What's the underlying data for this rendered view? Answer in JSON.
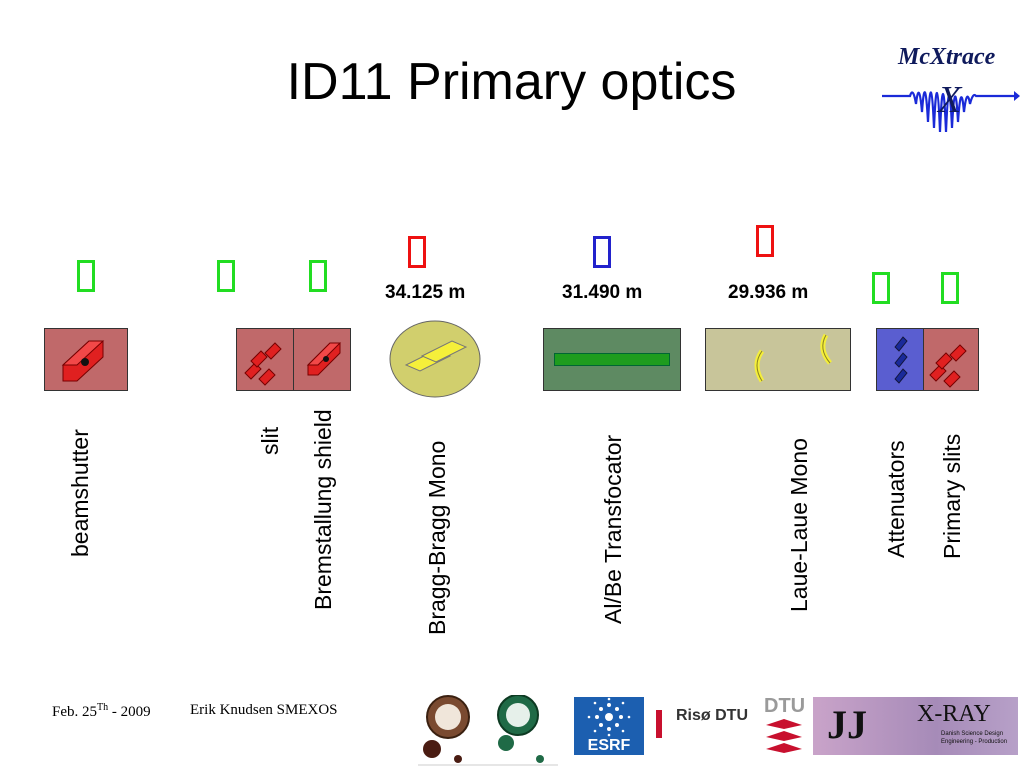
{
  "slide": {
    "title": "ID11 Primary optics"
  },
  "logo": {
    "name": "McXtrace",
    "mark": "X"
  },
  "markers": [
    {
      "color": "#22dd22"
    },
    {
      "color": "#22dd22"
    },
    {
      "color": "#22dd22"
    },
    {
      "color": "#ee1111"
    },
    {
      "color": "#2222cc"
    },
    {
      "color": "#ee1111"
    },
    {
      "color": "#22dd22"
    },
    {
      "color": "#22dd22"
    }
  ],
  "distances": {
    "bragg": "34.125 m",
    "transfocator": "31.490 m",
    "laue": "29.936 m"
  },
  "components": {
    "beamshutter": "beamshutter",
    "slit": "slit",
    "bremstallung": "Bremstallung shield",
    "bragg": "Bragg-Bragg Mono",
    "transfocator": "Al/Be Transfocator",
    "laue": "Laue-Laue Mono",
    "attenuators": "Attenuators",
    "primary_slits": "Primary slits"
  },
  "colors": {
    "brick": "#c0696a",
    "green_box": "#5e8a62",
    "laue_box": "#c8c59a",
    "atten_box": "#5a5ed0",
    "bragg_disc": "#d1cf6d",
    "crystal": "#f5ef3a",
    "element_red": "#e02020"
  },
  "footer": {
    "date_main": "Feb. 25",
    "date_sup": "Th",
    "date_tail": " - 2009",
    "author": "Erik Knudsen SMEXOS"
  },
  "partner_logos": {
    "esrf": "ESRF",
    "riso": "Risø DTU",
    "dtu": "DTU",
    "jj_mark": "JJ",
    "jj_name": "X-RAY",
    "jj_tag1": "Danish Science Design",
    "jj_tag2": "Engineering - Production"
  }
}
